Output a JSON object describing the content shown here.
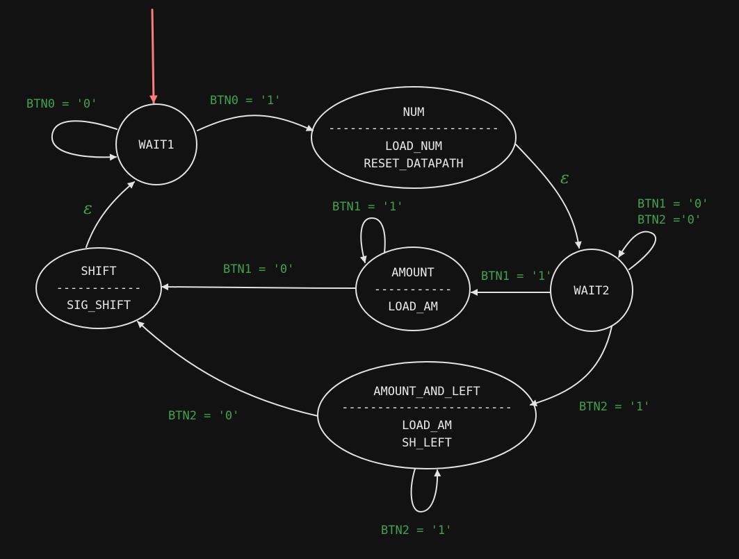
{
  "colors": {
    "background": "#121212",
    "stroke": "#e3e3e3",
    "label_green": "#3fa34d",
    "start_arrow": "#ff7b7b",
    "text": "#e8e8e8"
  },
  "states": {
    "wait1": {
      "name": "WAIT1"
    },
    "num": {
      "name": "NUM",
      "separator": "------------------------",
      "actions": [
        "LOAD_NUM",
        "RESET_DATAPATH"
      ]
    },
    "wait2": {
      "name": "WAIT2"
    },
    "amount": {
      "name": "AMOUNT",
      "separator": "-----------",
      "actions": [
        "LOAD_AM"
      ]
    },
    "shift": {
      "name": "SHIFT",
      "separator": "------------",
      "actions": [
        "SIG_SHIFT"
      ]
    },
    "amount_and_left": {
      "name": "AMOUNT_AND_LEFT",
      "separator": "------------------------",
      "actions": [
        "LOAD_AM",
        "SH_LEFT"
      ]
    }
  },
  "transitions": {
    "wait1_self": "BTN0 = '0'",
    "wait1_to_num": "BTN0 = '1'",
    "num_to_wait2": "ε",
    "wait2_self_line1": "BTN1 = '0'",
    "wait2_self_line2": "BTN2 ='0'",
    "wait2_to_amount": "BTN1 = '1'",
    "amount_self": "BTN1 = '1'",
    "amount_to_shift": "BTN1 = '0'",
    "shift_to_wait1": "ε",
    "wait2_to_amount_and_left": "BTN2 = '1'",
    "amount_and_left_to_shift": "BTN2 = '0'",
    "amount_and_left_self": "BTN2 = '1'"
  }
}
